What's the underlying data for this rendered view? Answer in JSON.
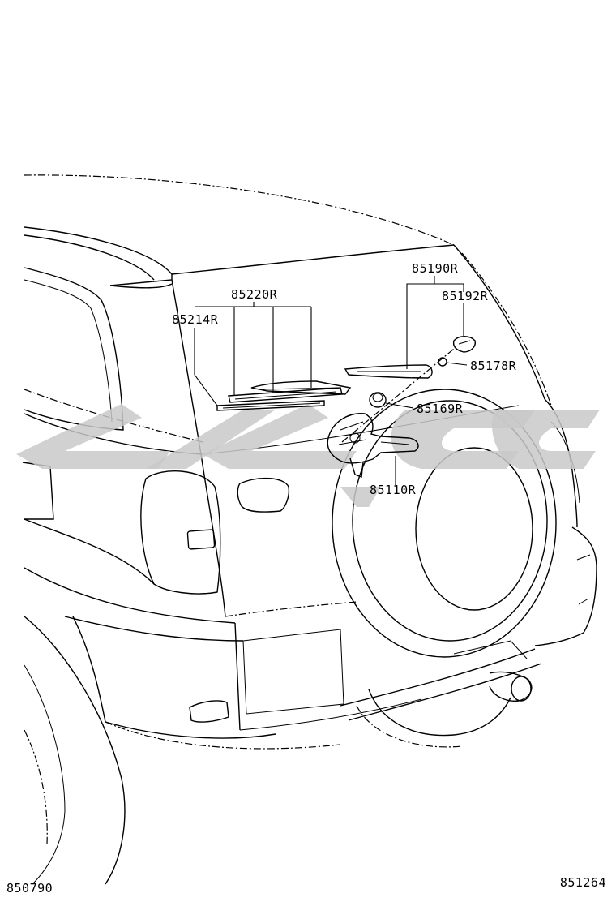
{
  "diagram": {
    "callouts": {
      "wiper_blade_assy": "85220R",
      "wiper_blade_rubber": "85214R",
      "wiper_arm": "85190R",
      "arm_head_cap": "85192R",
      "arm_nut": "85178R",
      "pivot_cushion": "85169R",
      "wiper_motor": "85110R"
    },
    "figure_id_left": "850790",
    "figure_id_right": "851264"
  },
  "colors": {
    "line": "#000000",
    "watermark": "#c9c9c9",
    "background": "#ffffff"
  }
}
